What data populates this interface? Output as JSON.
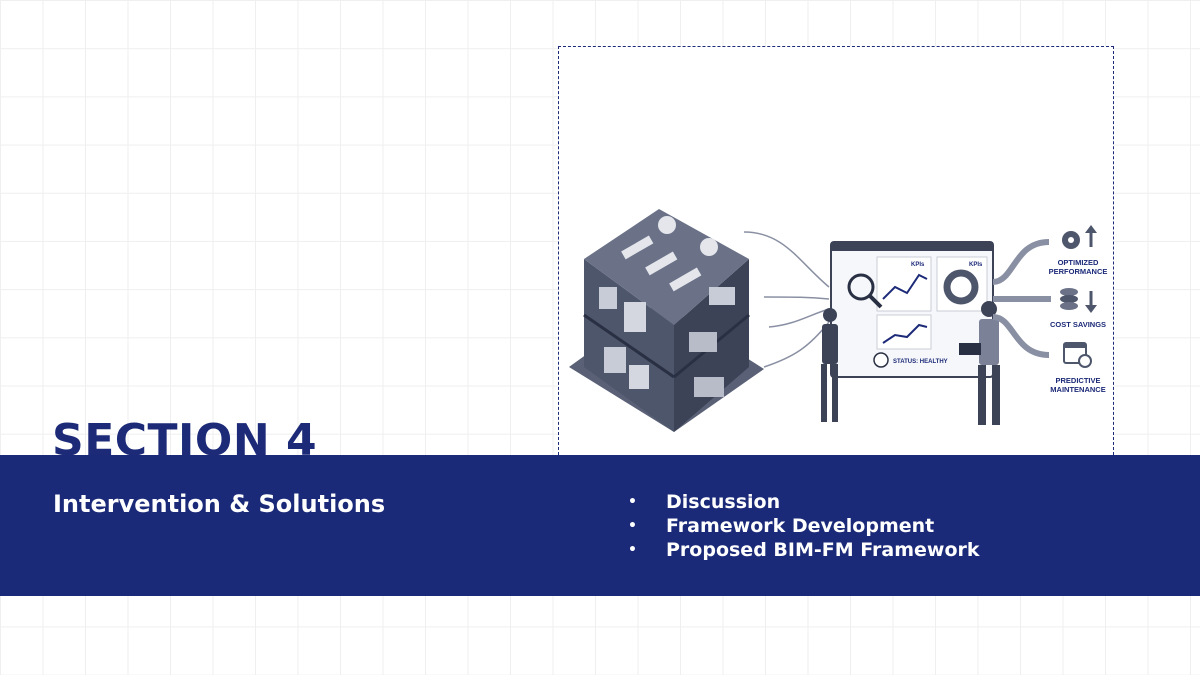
{
  "section": {
    "title": "SECTION 4",
    "subtitle": "Intervention & Solutions"
  },
  "topics": [
    {
      "bullet": "•",
      "label": "Discussion"
    },
    {
      "bullet": "•",
      "label": "Framework Development"
    },
    {
      "bullet": "•",
      "label": "Proposed BIM-FM Framework"
    }
  ],
  "illustration": {
    "kpi_left": "KPIs",
    "kpi_right": "KPIs",
    "status": "STATUS: HEALTHY",
    "outcomes": [
      {
        "line1": "OPTIMIZED",
        "line2": "PERFORMANCE"
      },
      {
        "line1": "COST SAVINGS",
        "line2": ""
      },
      {
        "line1": "PREDICTIVE",
        "line2": "MAINTENANCE"
      }
    ]
  },
  "colors": {
    "brand_navy": "#1b2a78",
    "grid_line": "#efefef"
  }
}
